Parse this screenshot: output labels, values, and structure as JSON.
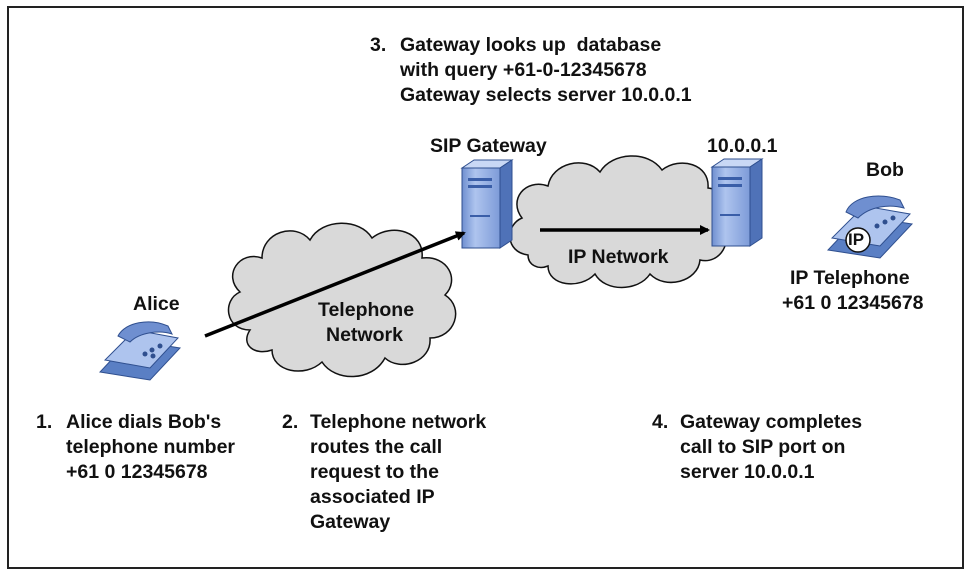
{
  "nodes": {
    "sip_gateway": "SIP Gateway",
    "server_ip": "10.0.0.1",
    "bob": "Bob",
    "alice": "Alice",
    "ip_phone_badge": "IP",
    "ip_telephone_label": "IP Telephone",
    "ip_telephone_number": "+61 0 12345678"
  },
  "clouds": {
    "ip_network": "IP Network",
    "telephone_network_line1": "Telephone",
    "telephone_network_line2": "Network"
  },
  "steps": {
    "step3": {
      "num": "3.",
      "lines": [
        "Gateway looks up  database",
        "with query +61-0-12345678",
        "Gateway selects server 10.0.0.1"
      ]
    },
    "step1": {
      "num": "1.",
      "lines": [
        "Alice dials Bob's",
        "telephone number",
        "+61 0 12345678"
      ]
    },
    "step2": {
      "num": "2.",
      "lines": [
        "Telephone network",
        "routes the call",
        "request to the",
        "associated IP",
        "Gateway"
      ]
    },
    "step4": {
      "num": "4.",
      "lines": [
        "Gateway completes",
        "call to SIP port on",
        "server 10.0.0.1"
      ]
    }
  },
  "colors": {
    "cloud_fill": "#d9d9d9",
    "device_fill": "#9eb8e6",
    "device_dark": "#5a7fc4",
    "arrow": "#000000"
  },
  "icons": {
    "gateway": "server-tower-icon",
    "server": "server-tower-icon",
    "alice_phone": "telephone-icon",
    "bob_phone": "ip-telephone-icon"
  }
}
